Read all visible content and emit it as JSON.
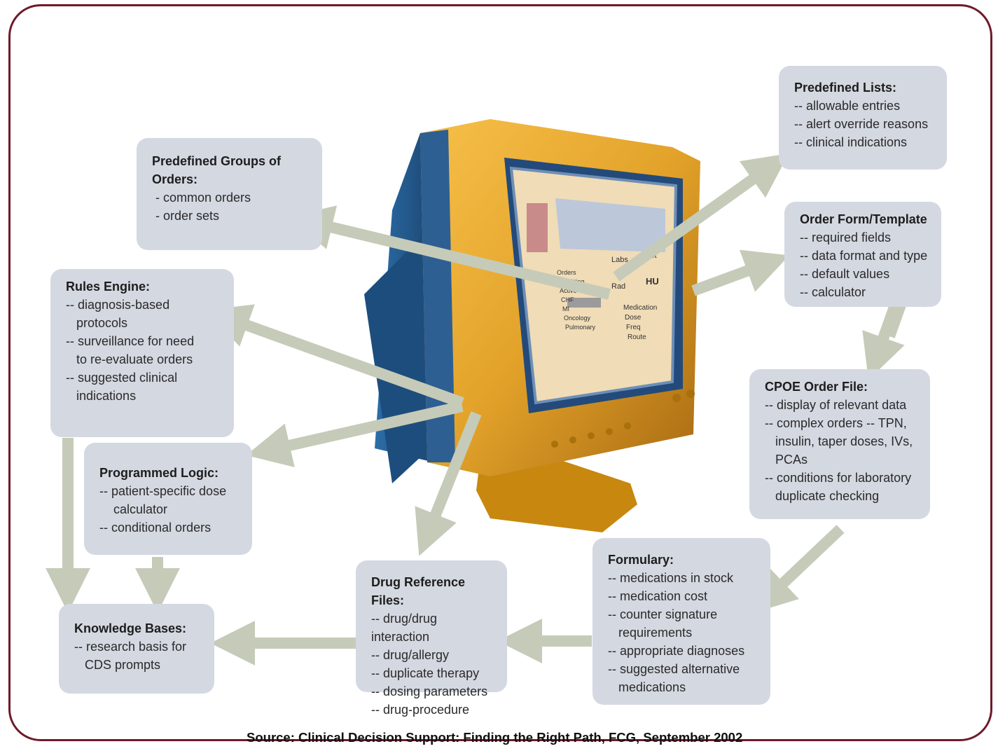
{
  "source": "Source: Clinical Decision Support: Finding the Right Path, FCG, September 2002",
  "boxes": {
    "groups": {
      "title": "Predefined Groups of Orders:",
      "items": [
        " - common orders",
        " - order sets"
      ]
    },
    "rules": {
      "title": "Rules Engine:",
      "items": [
        "-- diagnosis-based",
        "   protocols",
        "-- surveillance for need",
        "   to re-evaluate orders",
        "-- suggested clinical",
        "   indications"
      ]
    },
    "logic": {
      "title": "Programmed Logic:",
      "items": [
        "-- patient-specific dose",
        "    calculator",
        "-- conditional orders"
      ]
    },
    "kb": {
      "title": "Knowledge Bases:",
      "items": [
        "-- research basis for",
        "   CDS prompts"
      ]
    },
    "drug": {
      "title": "Drug Reference Files:",
      "items": [
        "-- drug/drug interaction",
        "-- drug/allergy",
        "-- duplicate therapy",
        "-- dosing parameters",
        "-- drug-procedure"
      ]
    },
    "formulary": {
      "title": "Formulary:",
      "items": [
        "-- medications in stock",
        "-- medication cost",
        "-- counter signature",
        "   requirements",
        "-- appropriate diagnoses",
        "-- suggested alternative",
        "   medications"
      ]
    },
    "cpoe": {
      "title": "CPOE Order File:",
      "items": [
        "-- display of relevant data",
        "-- complex orders -- TPN,",
        "   insulin, taper doses, IVs,",
        "   PCAs",
        "-- conditions for laboratory",
        "   duplicate checking"
      ]
    },
    "form": {
      "title": "Order Form/Template",
      "items": [
        "-- required fields",
        "-- data format and type",
        "-- default values",
        "-- calculator"
      ]
    },
    "lists": {
      "title": "Predefined Lists:",
      "items": [
        "-- allowable entries",
        "-- alert override reasons",
        "-- clinical indications"
      ]
    }
  },
  "screen": {
    "labs": "Labs",
    "diet": "Diet",
    "rad": "Rad",
    "hu": "HU",
    "left_items": [
      "Orders",
      "Admitting",
      "Active",
      "CHF",
      "MI",
      "Oncology",
      "Pulmonary"
    ],
    "right_items": [
      "Medication",
      "Dose",
      "Freq",
      "Route"
    ]
  },
  "colors": {
    "frame": "#6e1a2a",
    "box": "#d4d8e1",
    "arrow": "#c5cbb8",
    "monitor_gold": "#e3a32a",
    "monitor_blue": "#1f4f7f"
  }
}
